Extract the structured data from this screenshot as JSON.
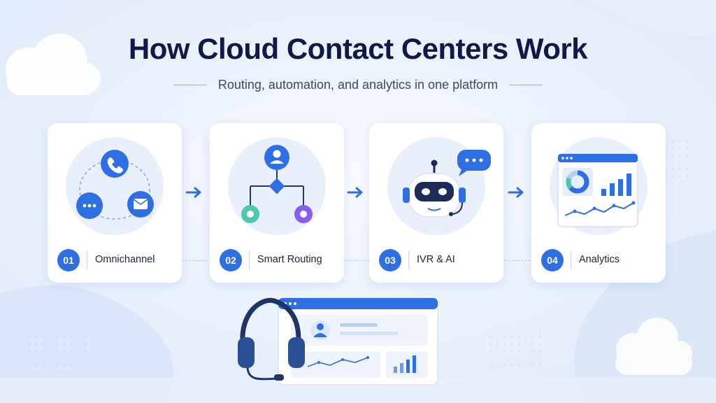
{
  "title": "How Cloud Contact Centers Work",
  "subtitle": "Routing, automation, and analytics in one platform",
  "colors": {
    "accent": "#2f6fe4",
    "title": "#0f1b46",
    "card_circle": "#e9f0fb",
    "node_green": "#4cc9a8",
    "node_purple": "#8a5cf0",
    "robot_dark": "#1c2b57"
  },
  "steps": [
    {
      "number": "01",
      "label": "Omnichannel",
      "icons": [
        "phone-icon",
        "chat-icon",
        "email-icon"
      ]
    },
    {
      "number": "02",
      "label": "Smart Routing",
      "icons": [
        "user-icon",
        "routing-diamond-icon",
        "node-icon"
      ]
    },
    {
      "number": "03",
      "label": "IVR & AI",
      "icons": [
        "robot-icon",
        "chat-bubble-icon"
      ]
    },
    {
      "number": "04",
      "label": "Analytics",
      "icons": [
        "dashboard-icon",
        "donut-chart-icon",
        "bar-chart-icon",
        "line-chart-icon"
      ]
    }
  ],
  "connector_icon": "arrow-right-icon",
  "bottom_illustration": {
    "icons": [
      "headset-icon",
      "browser-window-icon",
      "avatar-icon",
      "line-chart-icon",
      "bar-chart-icon"
    ]
  }
}
